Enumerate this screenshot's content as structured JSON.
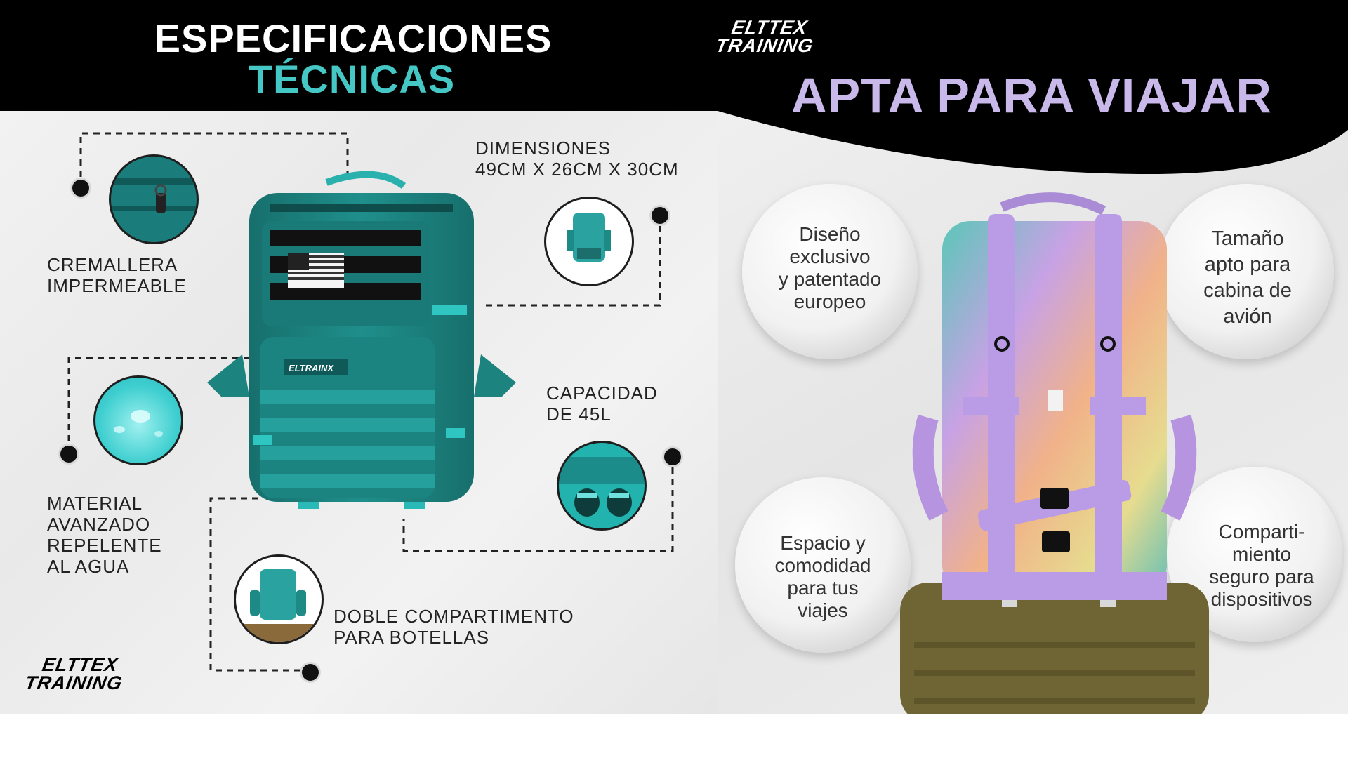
{
  "left": {
    "title_line1": "ESPECIFICACIONES",
    "title_line2": "TÉCNICAS",
    "specs": {
      "dimensions_line1": "DIMENSIONES",
      "dimensions_line2": "49CM X 26CM X 30CM",
      "zipper_line1": "CREMALLERA",
      "zipper_line2": "IMPERMEABLE",
      "capacity_line1": "CAPACIDAD",
      "capacity_line2": "DE 45L",
      "material_line1": "MATERIAL",
      "material_line2": "AVANZADO",
      "material_line3": "REPELENTE",
      "material_line4": "AL AGUA",
      "bottles_line1": "DOBLE COMPARTIMENTO",
      "bottles_line2": "PARA BOTELLAS"
    },
    "bag_label": "ELTRAINX",
    "logo_line1": "ELTTEX",
    "logo_line2": "TRAINING"
  },
  "right": {
    "logo_line1": "ELTTEX",
    "logo_line2": "TRAINING",
    "title": "APTA PARA VIAJAR",
    "features": {
      "design": [
        "Diseño",
        "exclusivo",
        "y patentado",
        "europeo"
      ],
      "size": [
        "Tamaño",
        "apto para",
        "cabina de",
        "avión"
      ],
      "space": [
        "Espacio y",
        "comodidad",
        "para tus",
        "viajes"
      ],
      "compartment": [
        "Comparti-",
        "miento",
        "seguro para",
        "dispositivos"
      ]
    }
  },
  "colors": {
    "teal": "#45c7c5",
    "bag_teal": "#1e8a86",
    "lavender": "#c9b8ea",
    "black": "#000000"
  }
}
